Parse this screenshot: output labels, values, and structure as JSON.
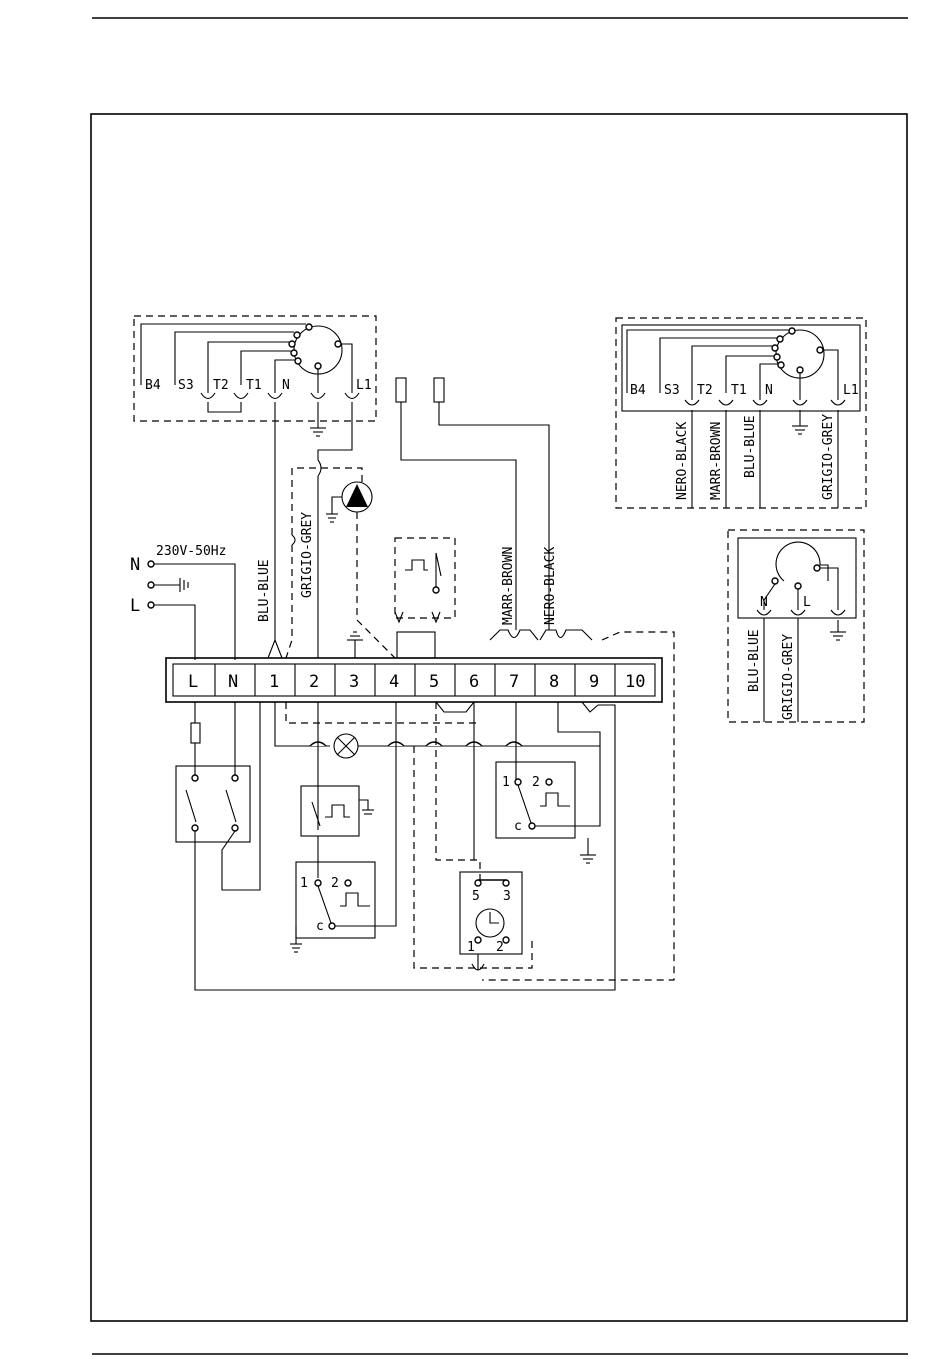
{
  "terminals": [
    "L",
    "N",
    "1",
    "2",
    "3",
    "4",
    "5",
    "6",
    "7",
    "8",
    "9",
    "10"
  ],
  "supply": {
    "voltage": "230V-50Hz",
    "neutral": "N",
    "line": "L"
  },
  "wire_colours": {
    "blue": "BLU-BLUE",
    "grey": "GRIGIO-GREY",
    "brown": "MARR-BROWN",
    "black": "NERO-BLACK"
  },
  "plug_left": {
    "pins": [
      "B4",
      "S3",
      "T2",
      "T1",
      "N",
      "L1"
    ]
  },
  "plug_right": {
    "pins": [
      "B4",
      "S3",
      "T2",
      "T1",
      "N",
      "L1"
    ]
  },
  "plug_small": {
    "pins": [
      "N",
      "L"
    ]
  },
  "switch_contacts": {
    "common": "c",
    "one": "1",
    "two": "2"
  },
  "timer_contacts": [
    "5",
    "3",
    "1",
    "2"
  ]
}
